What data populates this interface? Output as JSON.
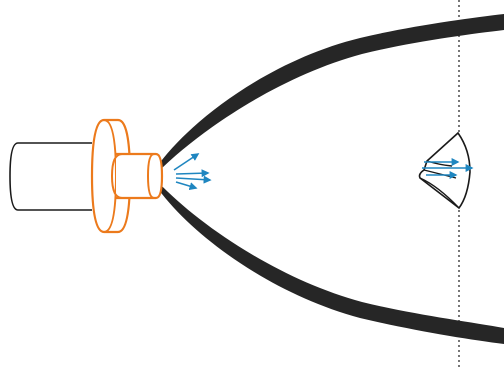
{
  "colors": {
    "background": "#ffffff",
    "reflector": "#262626",
    "lamp_body_stroke": "#1a1a1a",
    "socket_flange": "#ec7a1c",
    "ray_arrows": "#1f86c0",
    "reference_line": "#555555",
    "target_stroke": "#1a1a1a"
  },
  "elements": {
    "reflector": "parabolic-reflector",
    "lamp": "lamp-housing-cylinder",
    "socket": "orange-socket-flange",
    "emitted_rays": "blue-arrows-from-source",
    "reflected_rays": "blue-arrows-at-target",
    "target": "cone-shaped-receiver",
    "reference_line": "vertical-dotted-line"
  }
}
